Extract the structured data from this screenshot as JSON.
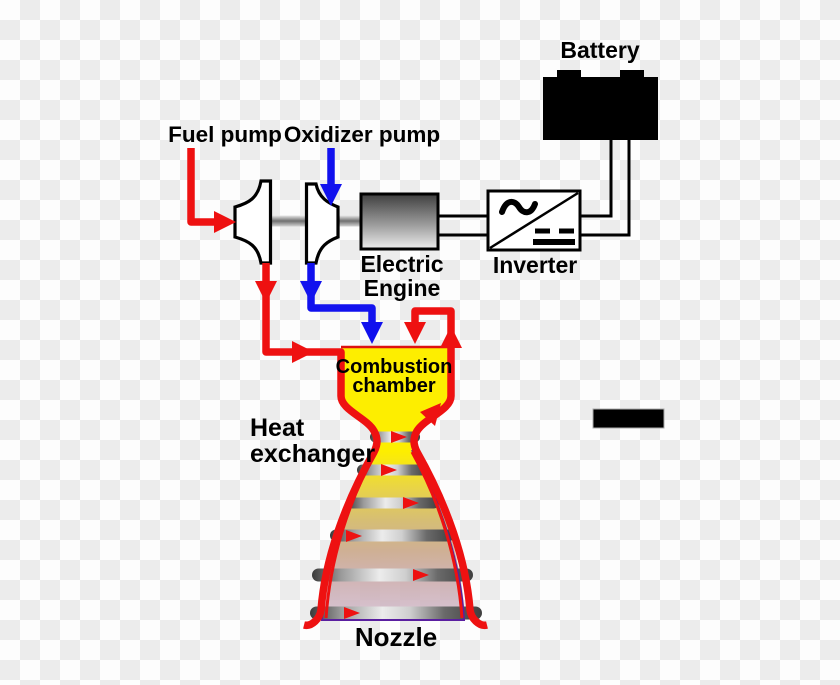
{
  "diagram": {
    "labels": {
      "fuel_pump": "Fuel pump",
      "oxidizer_pump": "Oxidizer pump",
      "battery": "Battery",
      "electric_engine": {
        "line1": "Electric",
        "line2": "Engine"
      },
      "inverter": "Inverter",
      "combustion_chamber": {
        "line1": "Combustion",
        "line2": "chamber"
      },
      "heat_exchanger": {
        "line1": "Heat",
        "line2": "exchanger"
      },
      "nozzle": "Nozzle"
    },
    "colors": {
      "fuel_line_red": "#ee1111",
      "oxidizer_line_blue": "#1111ee",
      "combustion_chamber_yellow": "#fdee00",
      "nozzle_outline_purple": "#5a1fa0",
      "component_black": "#000000",
      "heat_exchanger_band_silver": "#c0c0c0",
      "checker_gray": "#ececec",
      "checker_white": "#fdfdfd"
    }
  }
}
